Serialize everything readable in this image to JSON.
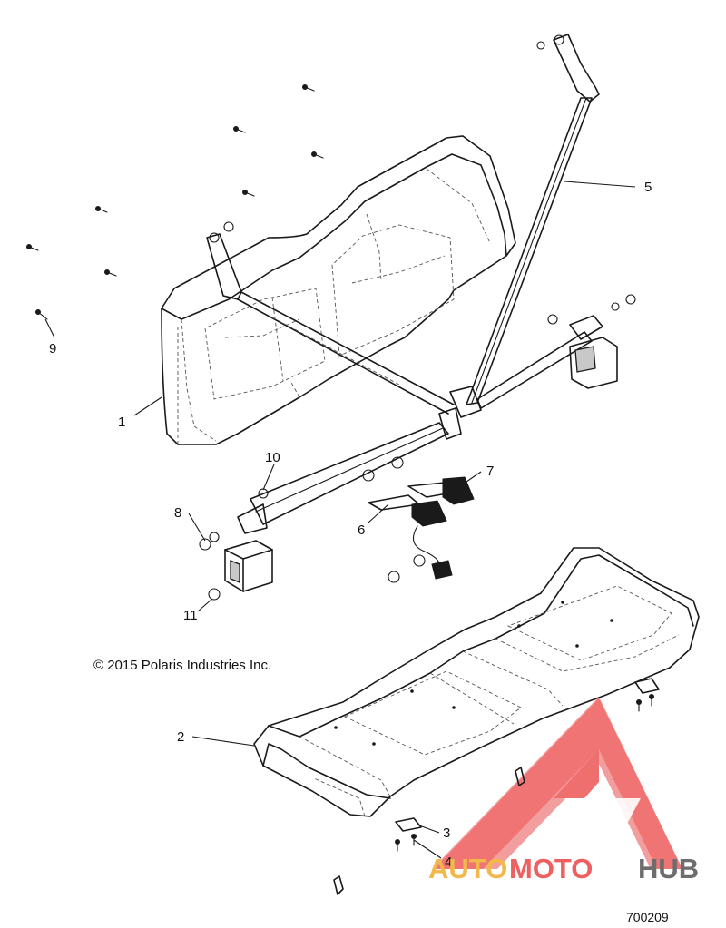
{
  "diagram": {
    "copyright": "© 2015 Polaris Industries Inc.",
    "drawing_number": "700209",
    "callouts": [
      {
        "id": "1",
        "label": "1"
      },
      {
        "id": "2",
        "label": "2"
      },
      {
        "id": "3",
        "label": "3"
      },
      {
        "id": "4",
        "label": "4"
      },
      {
        "id": "5",
        "label": "5"
      },
      {
        "id": "6",
        "label": "6"
      },
      {
        "id": "7",
        "label": "7"
      },
      {
        "id": "8",
        "label": "8"
      },
      {
        "id": "9",
        "label": "9"
      },
      {
        "id": "10",
        "label": "10"
      },
      {
        "id": "11",
        "label": "11"
      }
    ]
  },
  "watermark": {
    "part1": "AUTO",
    "part2": "MOTO",
    "part3": "HUB",
    "colors": {
      "auto": "#f3b84a",
      "moto": "#ee5f5f",
      "hub": "#6d6d6d",
      "triangle": "#ee5f5f"
    }
  }
}
